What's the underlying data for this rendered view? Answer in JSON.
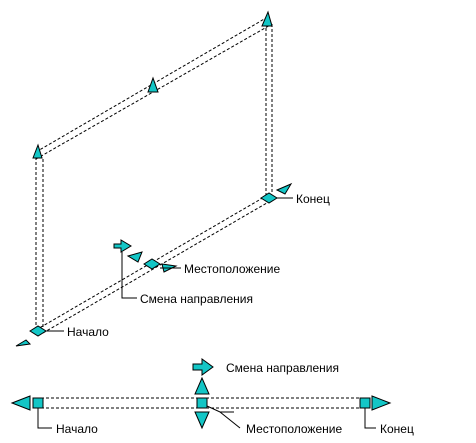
{
  "labels": {
    "end": "Конец",
    "location": "Местоположение",
    "flip": "Смена направления",
    "start": "Начало"
  },
  "colors": {
    "grip": "#13c6c6",
    "grip_dark": "#0f8f8f",
    "line": "#000000"
  },
  "icons": {
    "grip_square": "square-grip-icon",
    "grip_diamond": "diamond-grip-icon",
    "stretch_arrow": "triangle-arrow-icon",
    "flip_arrow": "flip-arrow-icon",
    "direction_arrow": "direction-cone-icon"
  }
}
